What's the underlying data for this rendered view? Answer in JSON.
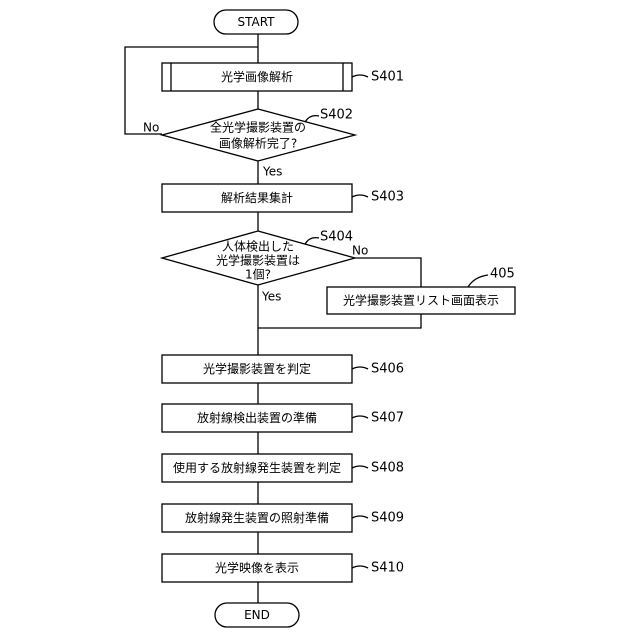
{
  "flowchart": {
    "start": "START",
    "end": "END",
    "steps": {
      "s401": {
        "text": "光学画像解析",
        "label": "S401"
      },
      "s402": {
        "line1": "全光学撮影装置の",
        "line2": "画像解析完了?",
        "label": "S402",
        "yes": "Yes",
        "no": "No"
      },
      "s403": {
        "text": "解析結果集計",
        "label": "S403"
      },
      "s404": {
        "line1": "人体検出した",
        "line2": "光学撮影装置は",
        "line3": "1個?",
        "label": "S404",
        "yes": "Yes",
        "no": "No"
      },
      "s405": {
        "text": "光学撮影装置リスト画面表示",
        "label": "405"
      },
      "s406": {
        "text": "光学撮影装置を判定",
        "label": "S406"
      },
      "s407": {
        "text": "放射線検出装置の準備",
        "label": "S407"
      },
      "s408": {
        "text": "使用する放射線発生装置を判定",
        "label": "S408"
      },
      "s409": {
        "text": "放射線発生装置の照射準備",
        "label": "S409"
      },
      "s410": {
        "text": "光学映像を表示",
        "label": "S410"
      }
    }
  }
}
